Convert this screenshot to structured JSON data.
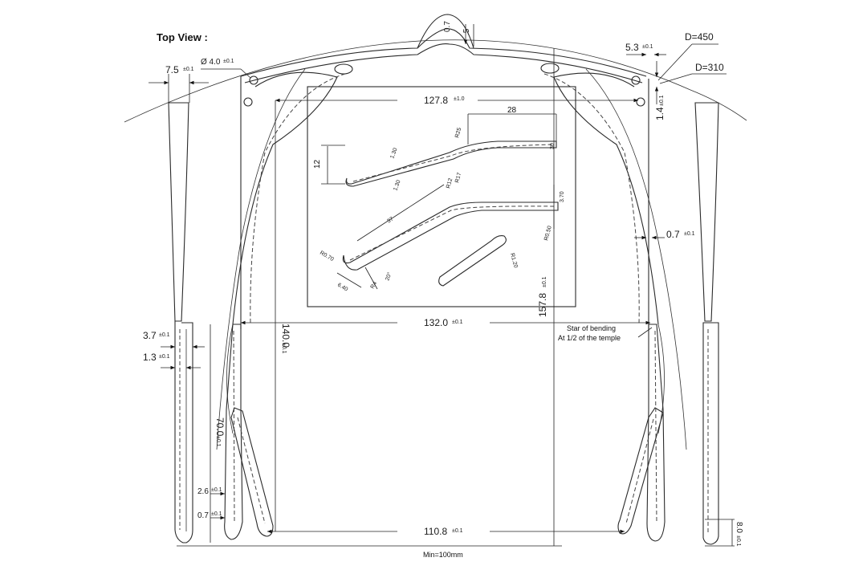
{
  "title": "Top View :",
  "annotations": {
    "dia_450": "D=450",
    "dia_310": "D=310",
    "min_note": "Min=100mm",
    "bend_note_line1": "Star of bending",
    "bend_note_line2": "At 1/2 of the temple"
  },
  "tolerances": {
    "pm01": "±0.1",
    "pm10": "±1.0"
  },
  "dimensions": {
    "temple_top_width": "7.5",
    "hole_dia": "Ø 4.0",
    "top_gap": "0.7",
    "top_gap_b": ".5",
    "right_offset": "5.3",
    "right_height": "1.4",
    "inner_width": "127.8",
    "right_side_gap": "0.7",
    "width_132": "132.0",
    "height_140": "140.0",
    "height_157": "157.8",
    "bottom_width": "110.8",
    "temple_width_37": "3.7",
    "temple_width_13": "1.3",
    "temple_length_70": "70.0",
    "tip_26": "2.6",
    "tip_07": "0.7",
    "tip_80": "8.0"
  },
  "detail": {
    "d28": "28",
    "d12": "12",
    "d130a": "1.30",
    "d130b": "1.30",
    "r25": "R25",
    "d30": "30",
    "r17": "R17",
    "r12": "R12",
    "d370": "3.70",
    "d37": "37",
    "r050": "R0.50",
    "r070": "R0.70",
    "d640": "6.40",
    "r4": "R4",
    "d20": "20°",
    "r120": "R1.20"
  }
}
